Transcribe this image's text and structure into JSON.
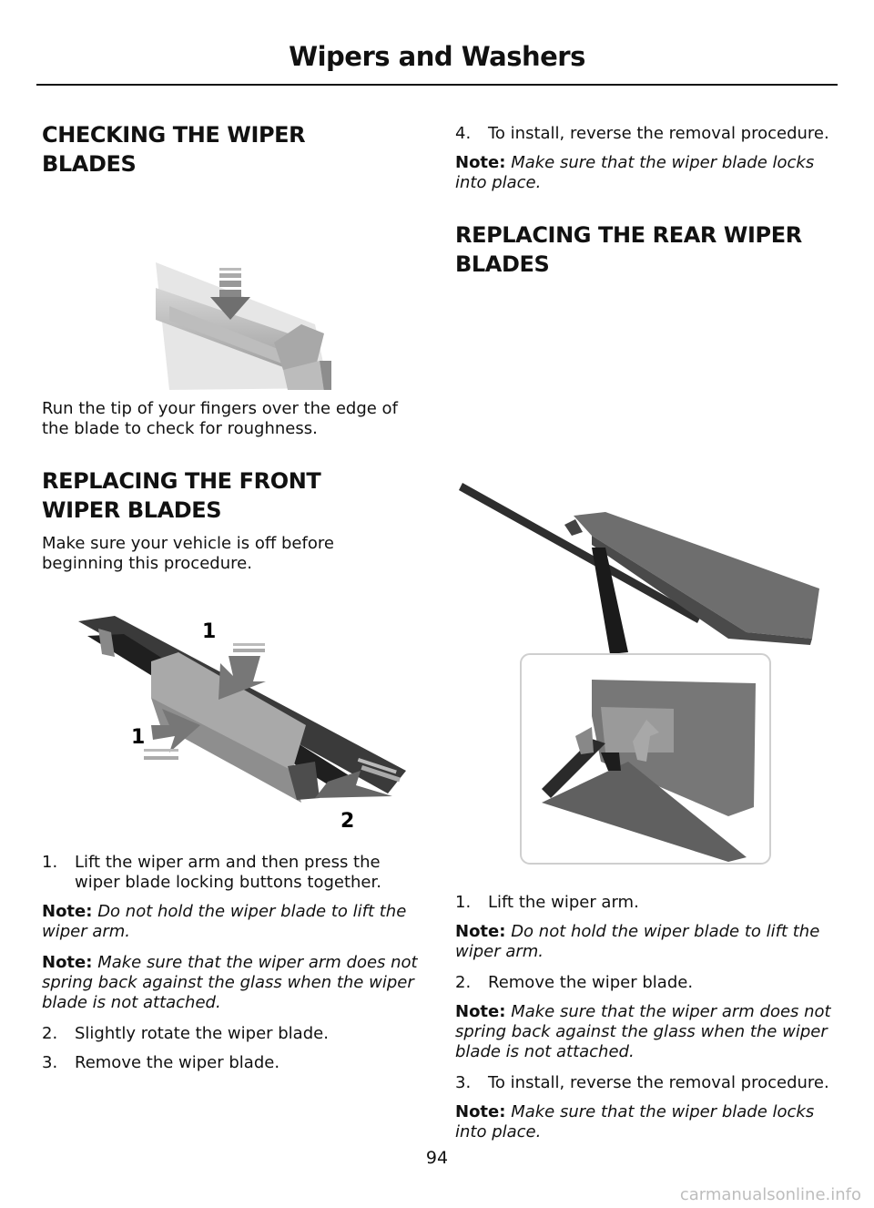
{
  "header": {
    "title": "Wipers and Washers"
  },
  "left": {
    "check_heading": "CHECKING THE WIPER BLADES",
    "check_text": "Run the tip of your fingers over the edge of the blade to check for roughness.",
    "front_heading": "REPLACING THE FRONT WIPER BLADES",
    "front_intro": "Make sure your vehicle is off before beginning this procedure.",
    "front_figure_labels": [
      "1",
      "1",
      "2"
    ],
    "steps": [
      {
        "num": "1.",
        "text": "Lift the wiper arm and then press the wiper blade locking buttons together."
      },
      {
        "num": "2.",
        "text": "Slightly rotate the wiper blade."
      },
      {
        "num": "3.",
        "text": "Remove the wiper blade."
      }
    ],
    "notes": [
      {
        "label": "Note:",
        "text": "Do not hold the wiper blade to lift the wiper arm."
      },
      {
        "label": "Note:",
        "text": "Make sure that the wiper arm does not spring back against the glass when the wiper blade is not attached."
      }
    ]
  },
  "right": {
    "step4": {
      "num": "4.",
      "text": "To install, reverse the removal procedure."
    },
    "note_top": {
      "label": "Note:",
      "text": "Make sure that the wiper blade locks into place."
    },
    "rear_heading": "REPLACING THE REAR WIPER BLADES",
    "steps": [
      {
        "num": "1.",
        "text": "Lift the wiper arm."
      },
      {
        "num": "2.",
        "text": "Remove the wiper blade."
      },
      {
        "num": "3.",
        "text": "To install, reverse the removal procedure."
      }
    ],
    "notes": [
      {
        "label": "Note:",
        "text": "Do not hold the wiper blade to lift the wiper arm."
      },
      {
        "label": "Note:",
        "text": "Make sure that the wiper arm does not spring back against the glass when the wiper blade is not attached."
      },
      {
        "label": "Note:",
        "text": "Make sure that the wiper blade locks into place."
      }
    ]
  },
  "footer": {
    "page_number": "94",
    "watermark": "carmanualsonline.info"
  }
}
